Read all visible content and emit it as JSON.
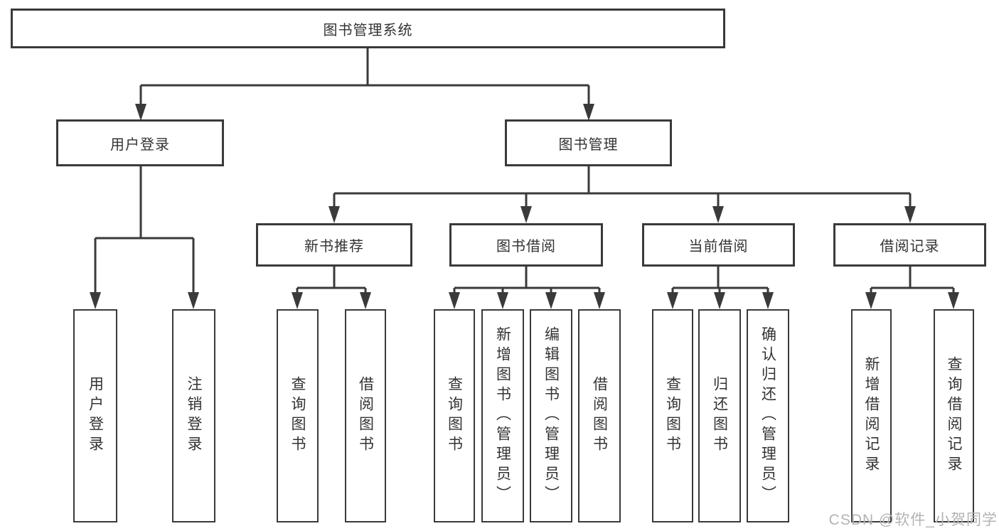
{
  "diagram": {
    "root": {
      "label": "图书管理系统"
    },
    "branches": [
      {
        "label": "用户登录",
        "children": [
          {
            "label": "用户登录"
          },
          {
            "label": "注销登录"
          }
        ]
      },
      {
        "label": "图书管理",
        "children": [
          {
            "label": "新书推荐",
            "children": [
              {
                "label": "查询图书"
              },
              {
                "label": "借阅图书"
              }
            ]
          },
          {
            "label": "图书借阅",
            "children": [
              {
                "label": "查询图书"
              },
              {
                "label": "新增图书（管理员）"
              },
              {
                "label": "编辑图书（管理员）"
              },
              {
                "label": "借阅图书"
              }
            ]
          },
          {
            "label": "当前借阅",
            "children": [
              {
                "label": "查询图书"
              },
              {
                "label": "归还图书"
              },
              {
                "label": "确认归还（管理员）"
              }
            ]
          },
          {
            "label": "借阅记录",
            "children": [
              {
                "label": "新增借阅记录"
              },
              {
                "label": "查询借阅记录"
              }
            ]
          }
        ]
      }
    ]
  },
  "watermark": {
    "text": "CSDN @软件_小贺同学"
  },
  "colors": {
    "line": "#3a3a3a",
    "text": "#333333",
    "box_background": "#ffffff",
    "watermark": "#b3b3b3"
  }
}
